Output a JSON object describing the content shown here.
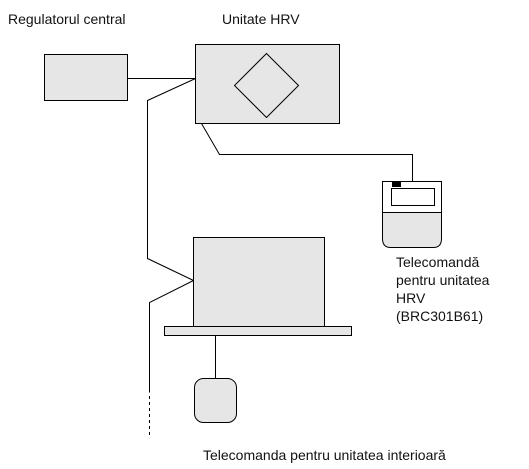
{
  "labels": {
    "central_controller": "Regulatorul central",
    "hrv_unit": "Unitate HRV",
    "hrv_remote": [
      "Telecomandă",
      "pentru unitatea",
      "HRV",
      "(BRC301B61)"
    ],
    "indoor_remote": "Telecomanda pentru unitatea interioară"
  },
  "colors": {
    "box_fill": "#e6e6e6",
    "stroke": "#000000",
    "background": "#ffffff"
  }
}
